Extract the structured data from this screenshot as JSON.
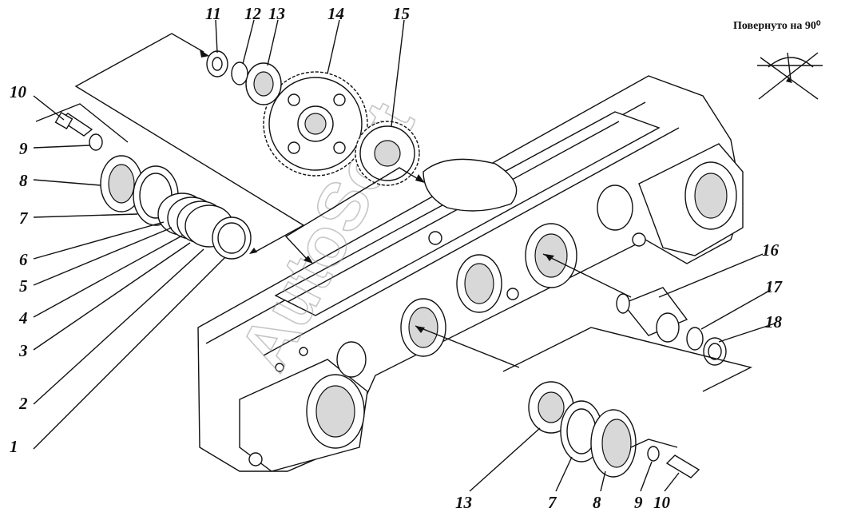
{
  "header": {
    "rotated_note": "Повернуто на 90⁰"
  },
  "watermark": "AutoSoft",
  "callouts": {
    "c1": "1",
    "c2": "2",
    "c3": "3",
    "c4": "4",
    "c5": "5",
    "c6": "6",
    "c7_left": "7",
    "c8_left": "8",
    "c9_left": "9",
    "c10_left": "10",
    "c11": "11",
    "c12": "12",
    "c13_top": "13",
    "c14": "14",
    "c15": "15",
    "c16": "16",
    "c17": "17",
    "c18": "18",
    "c13_bottom": "13",
    "c7_bottom": "7",
    "c8_bottom": "8",
    "c9_bottom": "9",
    "c10_bottom": "10"
  }
}
